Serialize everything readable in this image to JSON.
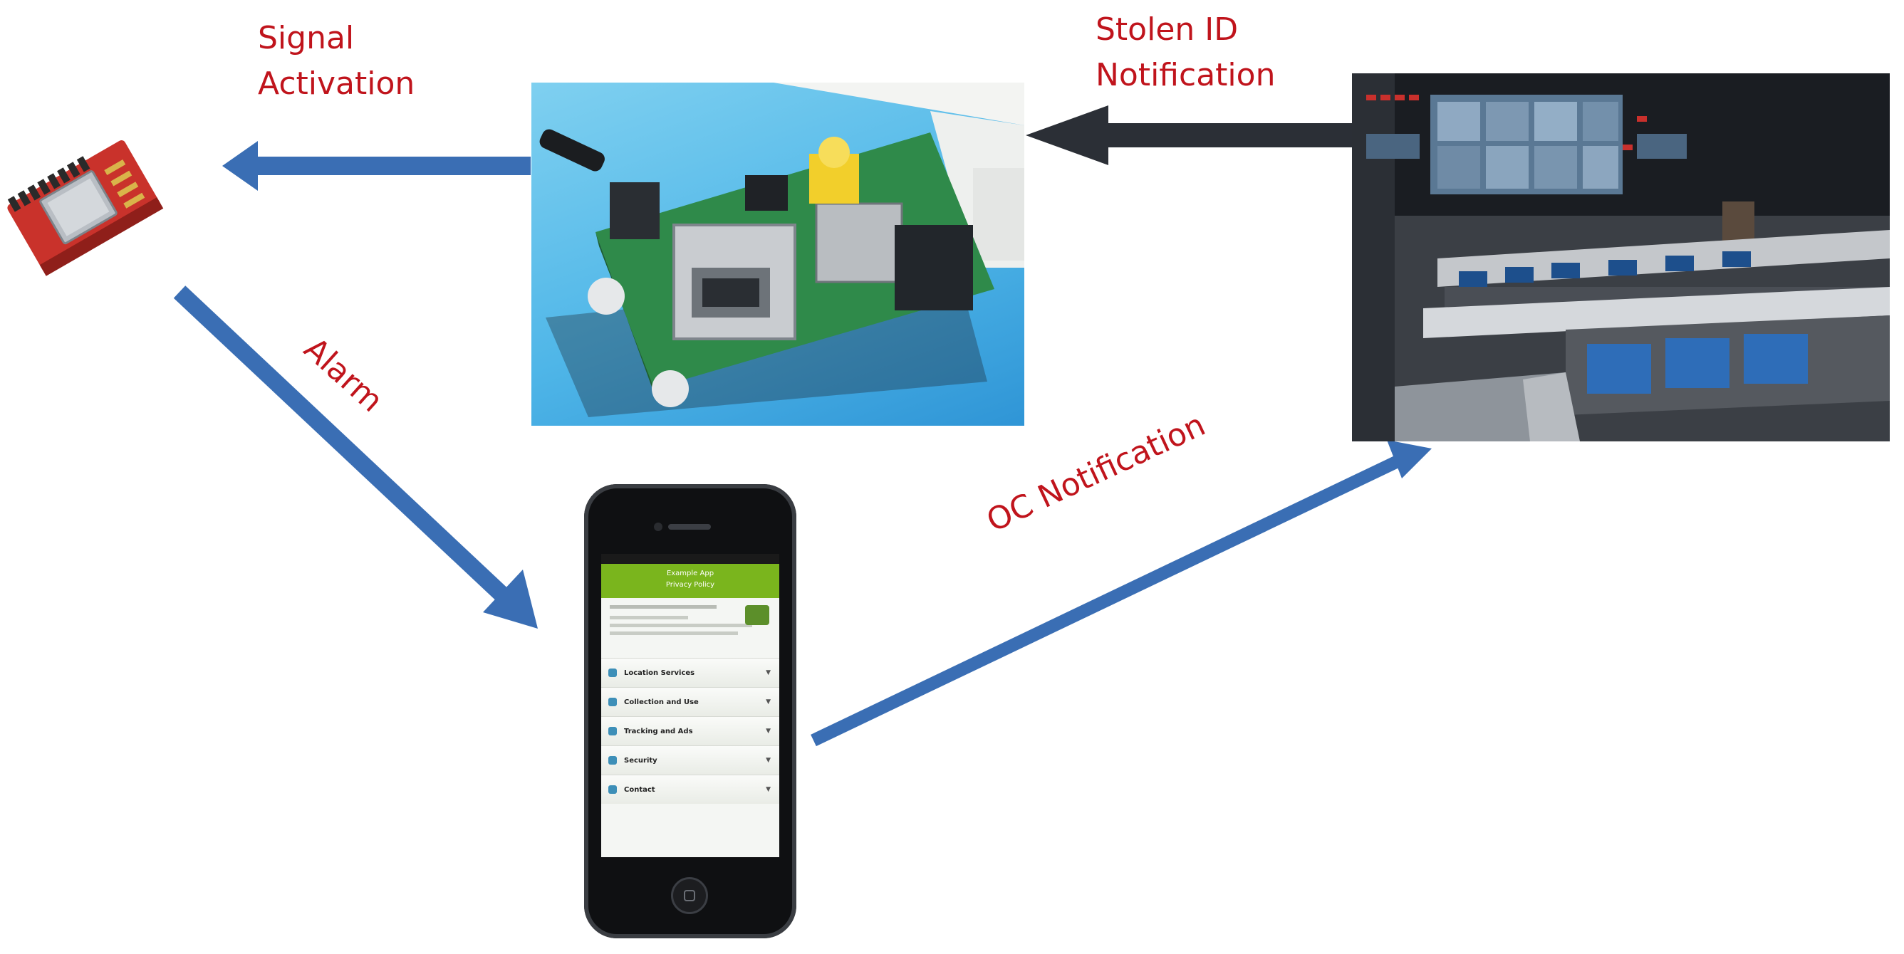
{
  "colors": {
    "label": "#c0141c",
    "arrow_blue": "#3a6eb4",
    "arrow_dark": "#2b2f36",
    "board_green": "#2f8a4a",
    "module_red": "#c9322b",
    "app_header_green": "#7ab51d"
  },
  "labels": {
    "signal_activation_line1": "Signal",
    "signal_activation_line2": "Activation",
    "stolen_id_line1": "Stolen ID",
    "stolen_id_line2": "Notification",
    "alarm": "Alarm",
    "oc_notification": "OC Notification"
  },
  "nodes": {
    "module": "wireless-module-photo",
    "board": "circuit-board-photo",
    "control_room": "operations-center-photo",
    "phone": "smartphone-photo"
  },
  "phone_screen": {
    "header_line1": "Example App",
    "header_line2": "Privacy Policy",
    "menu": [
      "Location Services",
      "Collection and Use",
      "Tracking and Ads",
      "Security",
      "Contact"
    ]
  }
}
